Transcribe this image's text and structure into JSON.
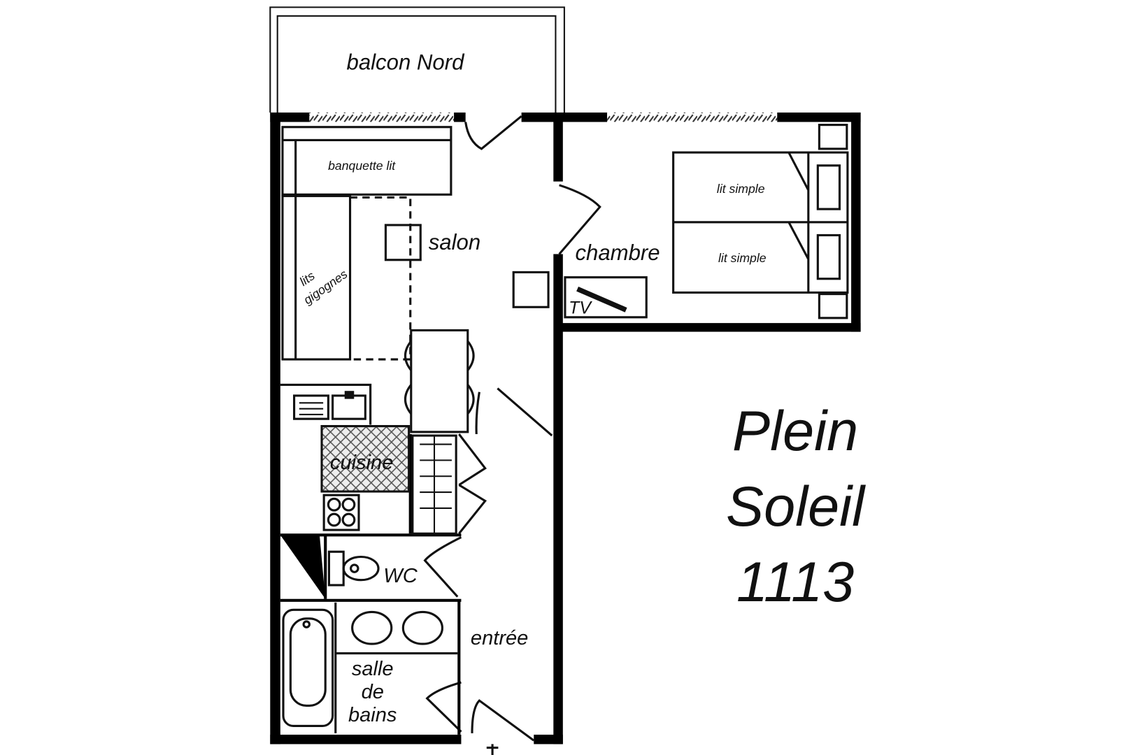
{
  "plan": {
    "rooms": {
      "balcony": "balcon Nord",
      "living": "salon",
      "bedroom": "chambre",
      "kitchen": "cuisine",
      "wc": "WC",
      "entrance": "entrée",
      "bathroom_line1": "salle",
      "bathroom_line2": "de",
      "bathroom_line3": "bains"
    },
    "furniture": {
      "sofa_bed": "banquette lit",
      "trundle_line1": "lits",
      "trundle_line2": "gigognes",
      "single_bed_1": "lit simple",
      "single_bed_2": "lit simple",
      "tv": "TV"
    },
    "title": {
      "line1": "Plein",
      "line2": "Soleil",
      "line3": "1113"
    }
  }
}
